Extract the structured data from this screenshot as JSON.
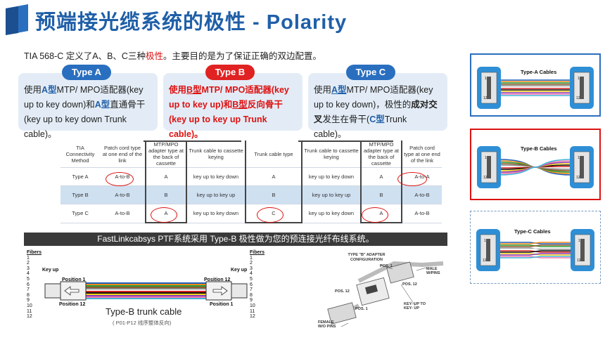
{
  "header": {
    "title": "预端接光缆系统的极性 - Polarity",
    "subtitle_pre": "TIA 568-C 定义了A、B、C三种",
    "subtitle_red": "极性",
    "subtitle_post": "。主要目的是为了保证正确的双边配置。"
  },
  "colors": {
    "blue": "#1f5fa8",
    "red": "#d11111",
    "pill_blue": "#2a6fbf",
    "pill_red": "#e02222"
  },
  "types": {
    "a": {
      "label": "Type A",
      "p1": "使用",
      "h1": "A型",
      "p2": "MTP/ MPO适配器(key up to key down)和",
      "h2": "A型",
      "p3": "直通骨干(key up to key down Trunk cable)。"
    },
    "b": {
      "label": "Type B",
      "p1": "使用",
      "h1": "B型",
      "p2": "MTP/ MPO适配器(key up to key up)和",
      "h2": "B型",
      "p3": "反向骨干 (key up to key up Trunk cable)。"
    },
    "c": {
      "label": "Type C",
      "p1": "使用",
      "h1": "A型",
      "p2": "MTP/ MPO适配器(key up to key down)，极性的",
      "h2": "成对交叉",
      "p3": "发生在骨干(",
      "h3": "C型",
      "p4": "Trunk cable)。"
    }
  },
  "table": {
    "headers": [
      "TIA Connectivity Method",
      "Patch cord type at one end of the link",
      "MTP/MPO adapter type at the back of cassette",
      "Trunk cable to cassette keying",
      "Trunk cable type",
      "Trunk cable to cassette keying",
      "MTP/MPO adapter type at the back of cassette",
      "Patch cord type at one end of the link"
    ],
    "rows": [
      [
        "Type A",
        "A-to-B",
        "A",
        "key up to key down",
        "A",
        "key up to key down",
        "A",
        "A-to-A"
      ],
      [
        "Type B",
        "A-to-B",
        "B",
        "key up to key up",
        "B",
        "key up to key up",
        "B",
        "A-to-B"
      ],
      [
        "Type C",
        "A-to-B",
        "A",
        "key up to key down",
        "C",
        "key up to key down",
        "A",
        "A-to-B"
      ]
    ]
  },
  "banner": "FastLinkcabsys PTF系统采用 Type-B 极性做为您的预连接光纤布线系统。",
  "diagram": {
    "fibers_label": "Fibers",
    "fibers": [
      "1",
      "2",
      "3",
      "4",
      "5",
      "6",
      "7",
      "8",
      "9",
      "10",
      "11",
      "12"
    ],
    "key_up": "Key up",
    "pos1": "Position 1",
    "pos12": "Position 12",
    "trunk_label": "Type-B trunk cable",
    "trunk_sub": "( P01-P12 线序整体反向)",
    "colors": [
      "#1f5fb8",
      "#f08a1c",
      "#2e9e3a",
      "#8b5a2b",
      "#8a8a8a",
      "#f5f5f5",
      "#d42020",
      "#111111",
      "#f2d21a",
      "#8a3ab9",
      "#f27ab0",
      "#3fb6d8"
    ]
  },
  "adapter": {
    "title": "TYPE \"B\" ADAPTER CONFIGURATION",
    "pos1a": "POS. 1",
    "pos12a": "POS. 12",
    "pos12b": "POS. 12",
    "pos1b": "POS. 1",
    "male": "MALE W/PINS",
    "keyup": "KEY- UP TO KEY- UP",
    "female": "FEMALE W/O PINS"
  },
  "right": {
    "a": "Type-A Cables",
    "b": "Type-B Cables",
    "c": "Type-C Cables",
    "one": "1",
    "twelve": "12"
  }
}
